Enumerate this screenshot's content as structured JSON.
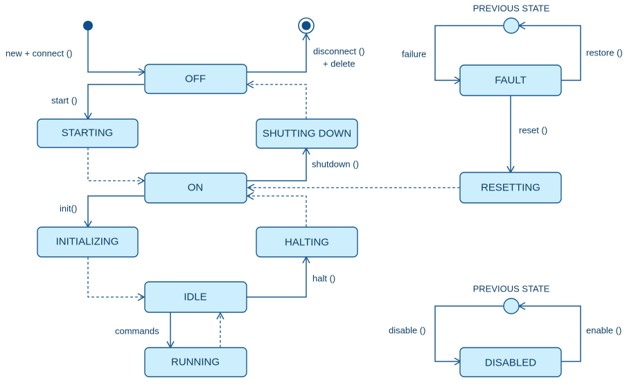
{
  "states": {
    "off": "OFF",
    "starting": "STARTING",
    "shutting_down": "SHUTTING DOWN",
    "on": "ON",
    "initializing": "INITIALIZING",
    "halting": "HALTING",
    "idle": "IDLE",
    "running": "RUNNING",
    "fault": "FAULT",
    "resetting": "RESETTING",
    "disabled": "DISABLED"
  },
  "pseudo_states": {
    "previous_state_top": "PREVIOUS STATE",
    "previous_state_bottom": "PREVIOUS STATE"
  },
  "transitions": {
    "new_connect": "new + connect ()",
    "disconnect_line1": "disconnect ()",
    "disconnect_line2": "+ delete",
    "start": "start ()",
    "shutdown": "shutdown ()",
    "init": "init()",
    "halt": "halt ()",
    "commands": "commands",
    "failure": "failure",
    "restore": "restore ()",
    "reset": "reset ()",
    "disable": "disable ()",
    "enable": "enable ()"
  },
  "colors": {
    "state_fill": "#cdeefc",
    "stroke": "#1a5a90",
    "text": "#0d3d66",
    "initial_node": "#0f4f88"
  }
}
